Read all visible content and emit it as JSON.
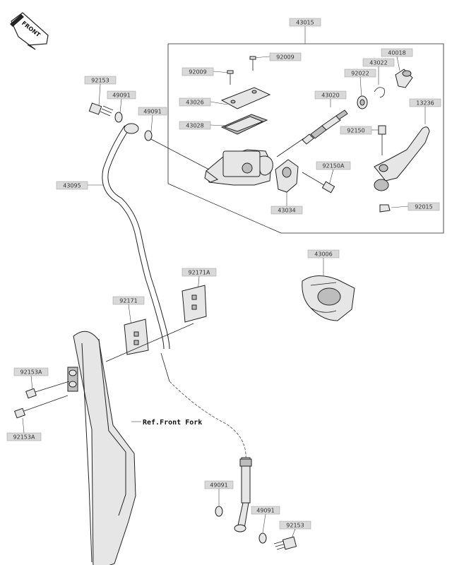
{
  "front_label": "FRONT",
  "ref_label": "Ref.Front Fork",
  "labels": {
    "43015": "43015",
    "92009_left": "92009",
    "92009_right": "92009",
    "43022": "43022",
    "40018": "40018",
    "92022": "92022",
    "92153_top": "92153",
    "49091_a": "49091",
    "49091_b": "49091",
    "43026": "43026",
    "43028": "43028",
    "43020": "43020",
    "13236": "13236",
    "92150": "92150",
    "43095": "43095",
    "92150A": "92150A",
    "43034": "43034",
    "92015": "92015",
    "43006": "43006",
    "92171A": "92171A",
    "92171": "92171",
    "92153A_top": "92153A",
    "92153A_bottom": "92153A",
    "49091_c": "49091",
    "49091_d": "49091",
    "92153_bottom": "92153"
  }
}
